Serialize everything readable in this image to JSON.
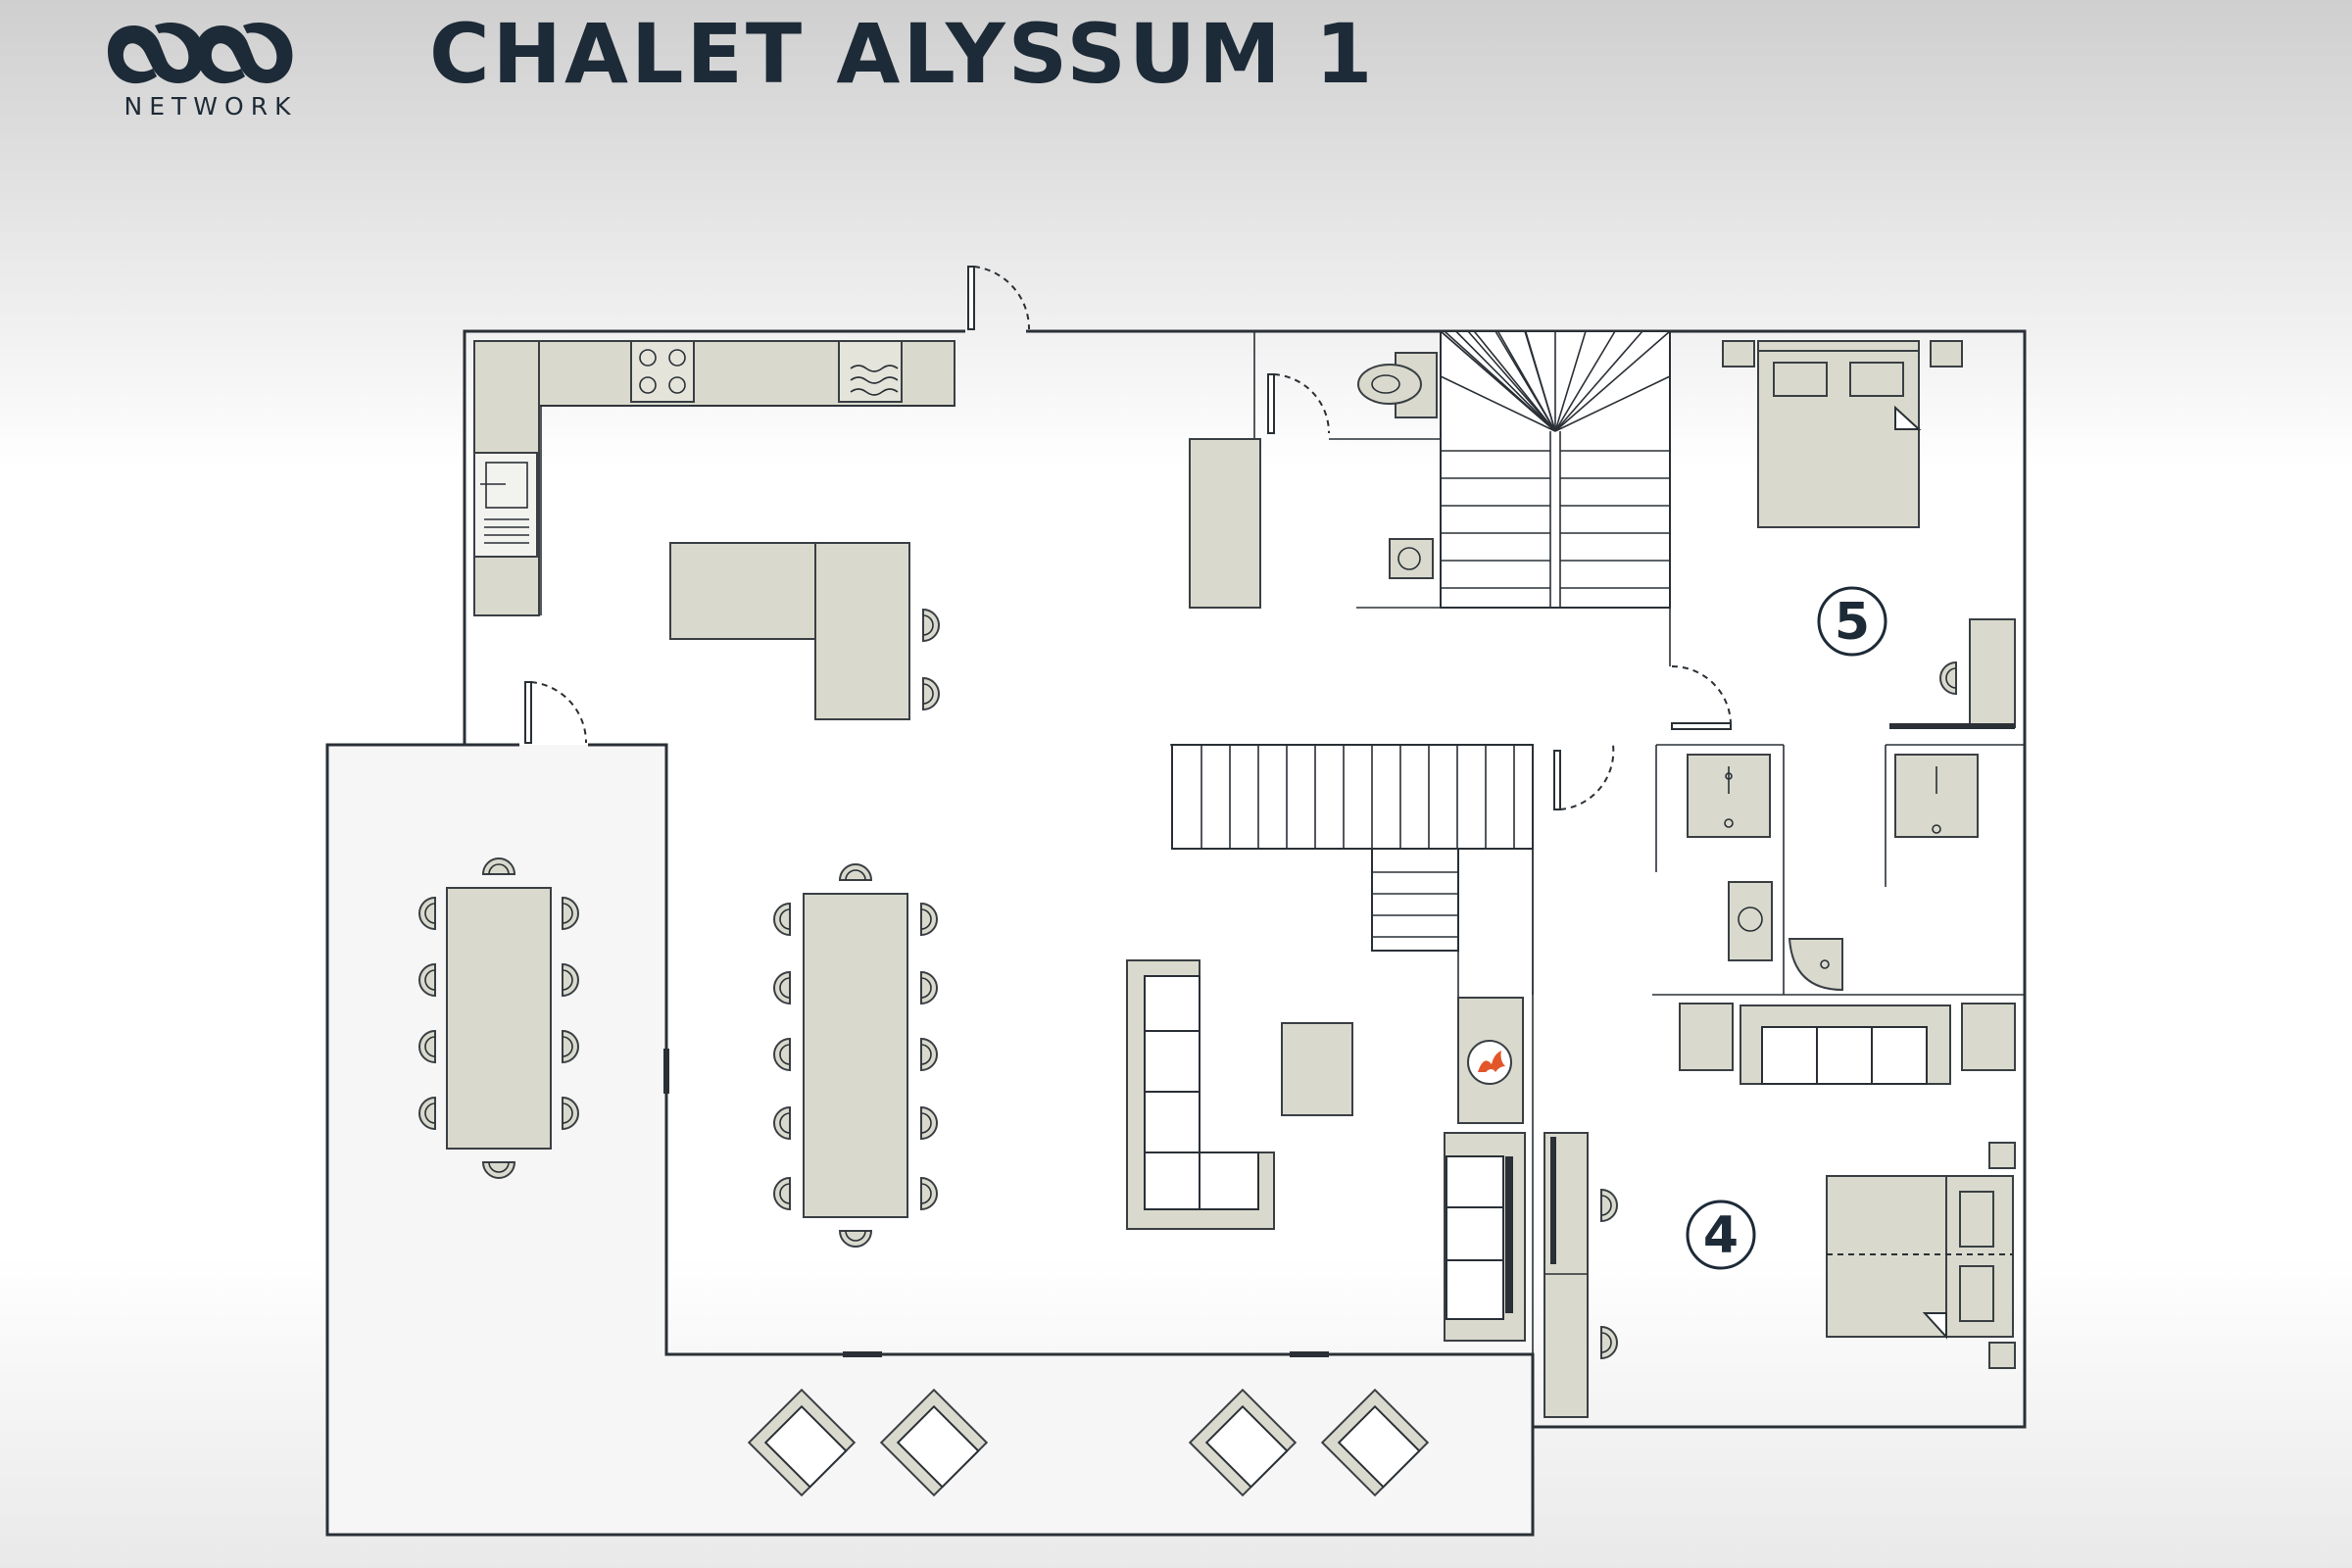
{
  "header": {
    "logo_text": "NETWORK",
    "title": "CHALET ALYSSUM 1"
  },
  "plan": {
    "rooms": [
      {
        "id": "room-5",
        "label": "5"
      },
      {
        "id": "room-4",
        "label": "4"
      }
    ]
  },
  "colors": {
    "title": "#1d2a37",
    "furniture": "#d9dacd",
    "wall": "#2a3036",
    "fireplace": "#e2562a"
  },
  "icons": [
    "onb-logo-icon",
    "fireplace-icon"
  ]
}
